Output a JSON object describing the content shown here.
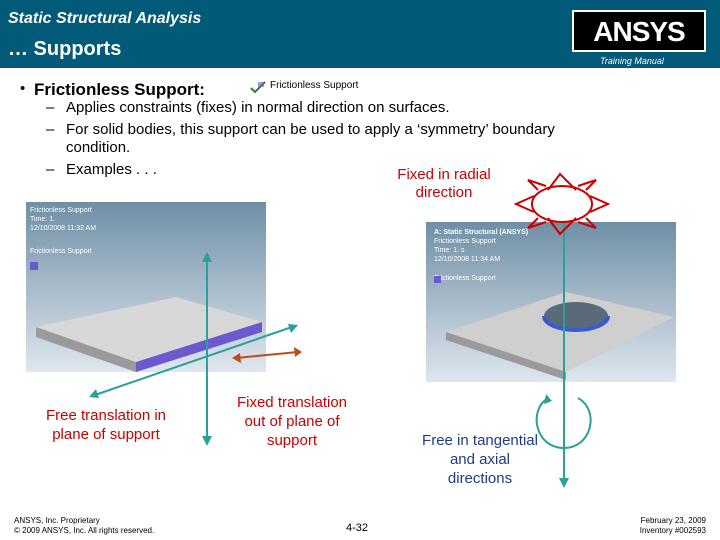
{
  "header": {
    "title": "Static Structural Analysis",
    "subtitle": "… Supports",
    "logo_text_main": "ANSYS",
    "training_label": "Training Manual"
  },
  "body": {
    "bullet": "Frictionless Support:",
    "tree_label": "Frictionless Support",
    "items": [
      "Applies constraints (fixes) in normal direction on surfaces.",
      "For solid bodies, this support can be used to apply a ‘symmetry’ boundary",
      "condition.",
      "Examples . . ."
    ]
  },
  "left_panel": {
    "legend": [
      "Frictionless Support",
      "Time: 1.",
      "12/10/2008 11:32 AM",
      "Frictionless Support"
    ]
  },
  "right_panel": {
    "legend": [
      "A: Static Structural (ANSYS)",
      "Frictionless Support",
      "Time: 1. s",
      "12/10/2008 11:34 AM",
      "Frictionless Support"
    ]
  },
  "annotations": {
    "free_in_plane": [
      "Free translation in",
      "plane of support"
    ],
    "fixed_out_of_plane": [
      "Fixed translation",
      "out of plane of",
      "support"
    ],
    "fixed_radial": [
      "Fixed in radial",
      "direction"
    ],
    "free_tangential": [
      "Free in tangential",
      "and axial",
      "directions"
    ]
  },
  "footer": {
    "left": [
      "ANSYS, Inc. Proprietary",
      "© 2009 ANSYS, Inc. All rights reserved."
    ],
    "page": "4-32",
    "right": [
      "February 23, 2009",
      "Inventory #002593"
    ]
  },
  "colors": {
    "header_bg": "#005a78",
    "red": "#cc0000",
    "blue": "#1f3a8a",
    "green": "#2aa198",
    "arrow_brown": "#c04a1a"
  }
}
